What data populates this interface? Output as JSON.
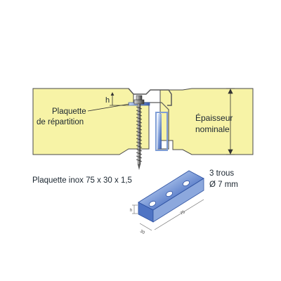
{
  "labels": {
    "h": "h",
    "plaquette_line1": "Plaquette",
    "plaquette_line2": "de répartition",
    "epaisseur_line1": "Épaisseur",
    "epaisseur_line2": "nominale",
    "plaquette_inox": "Plaquette inox 75 x 30 x 1,5",
    "trous_line1": "3 trous",
    "trous_line2": "Ø 7 mm",
    "dim_h": "h",
    "dim_width": "30",
    "dim_length": "75"
  },
  "colors": {
    "panel_fill": "#f7f3a6",
    "outline": "#4a4a4a",
    "steel_light": "#dfe9fb",
    "steel_mid": "#7f9ed6",
    "steel_dark": "#2b4fa0",
    "text": "#1b2630"
  }
}
